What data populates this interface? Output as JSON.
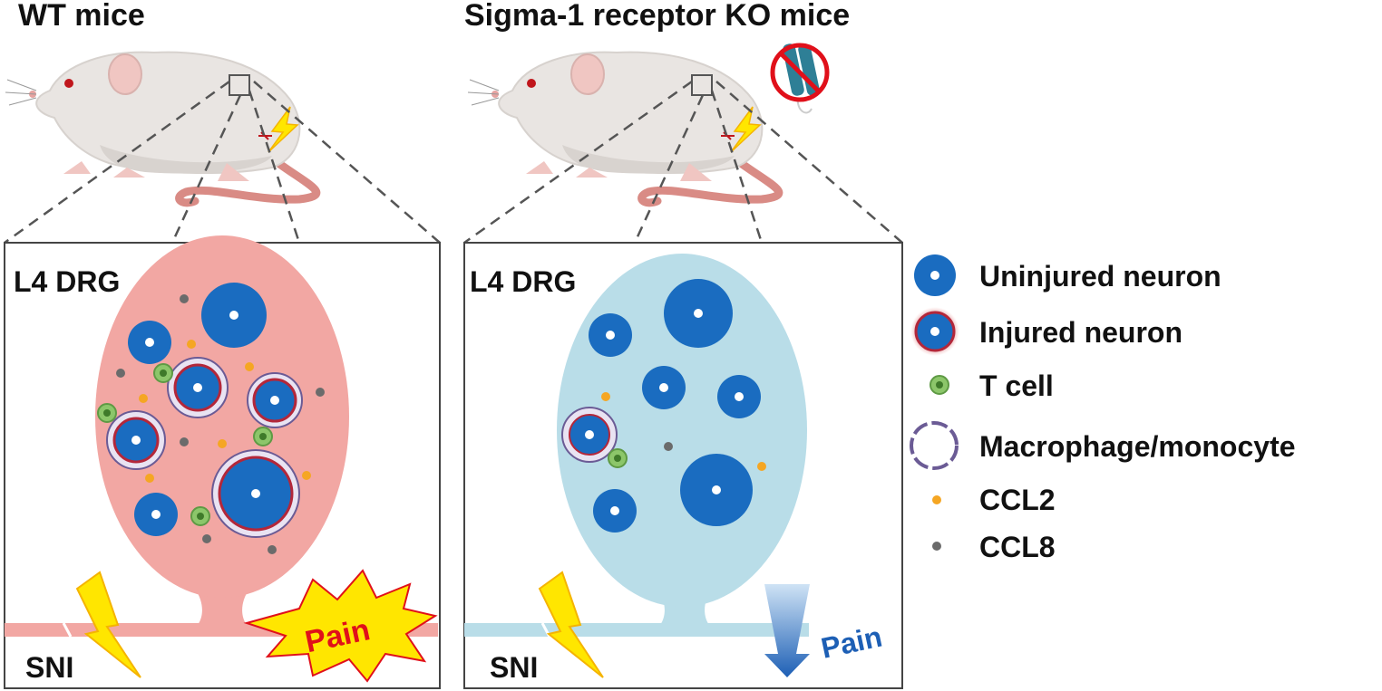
{
  "panels": {
    "wt_title": "WT mice",
    "ko_title": "Sigma-1 receptor KO mice",
    "drg_label": "L4 DRG",
    "sni_label": "SNI",
    "pain_wt": "Pain",
    "pain_ko": "Pain"
  },
  "legend": {
    "uninjured": "Uninjured neuron",
    "injured": "Injured neuron",
    "tcell": "T cell",
    "macrophage": "Macrophage/monocyte",
    "ccl2": "CCL2",
    "ccl8": "CCL8"
  },
  "colors": {
    "wt_drg": "#f2a7a3",
    "ko_drg": "#b9dde8",
    "neuron": "#1a6cc0",
    "injured_rim": "#b3273a",
    "tcell": "#8cc66a",
    "ccl2": "#f5a623",
    "ccl8": "#6b6b6b",
    "pain_red": "#e0101a",
    "pain_blue": "#1d5fb5",
    "lightning": "#ffe600"
  }
}
